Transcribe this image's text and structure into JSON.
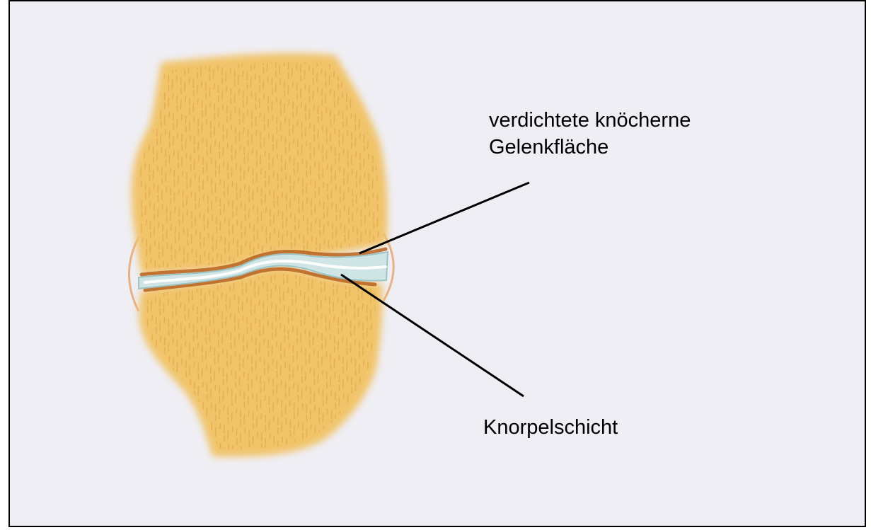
{
  "labels": {
    "bone_surface_line1": "verdichtete knöcherne",
    "bone_surface_line2": "Gelenkfläche",
    "cartilage": "Knorpelschicht"
  },
  "colors": {
    "background": "#efeef4",
    "bone": "#f1c46b",
    "bone_texture": "#dc9f3e",
    "cartilage": "#cfe4e4",
    "cartilage_edge": "#9cc4c4",
    "subchondral_bone": "#b8621f",
    "capsule": "#e6a06a",
    "leader_line": "#000000"
  }
}
